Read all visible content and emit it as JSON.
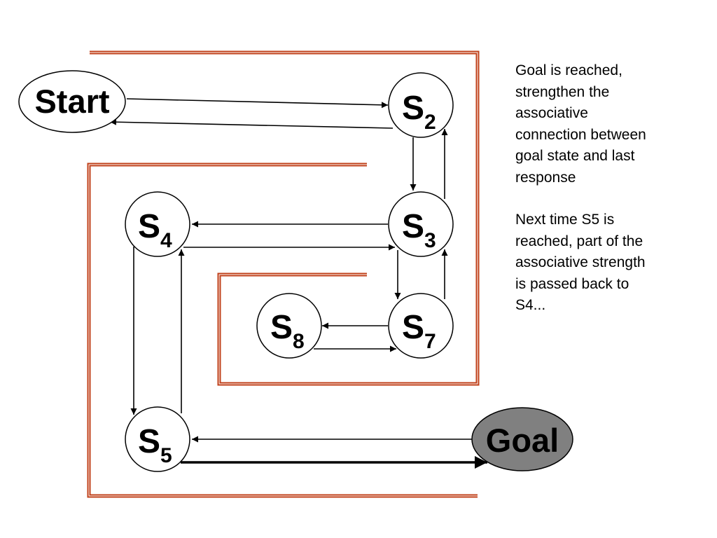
{
  "colors": {
    "path": "#c0401a",
    "goal_fill": "#808080",
    "node_fill": "#ffffff",
    "stroke": "#000000"
  },
  "nodes": {
    "start": {
      "label": "Start"
    },
    "s2": {
      "base": "S",
      "sub": "2"
    },
    "s3": {
      "base": "S",
      "sub": "3"
    },
    "s4": {
      "base": "S",
      "sub": "4"
    },
    "s5": {
      "base": "S",
      "sub": "5"
    },
    "s7": {
      "base": "S",
      "sub": "7"
    },
    "s8": {
      "base": "S",
      "sub": "8"
    },
    "goal": {
      "label": "Goal"
    }
  },
  "notes": [
    {
      "lines": [
        "Goal is reached,",
        "strengthen the",
        "associative",
        "connection between",
        "goal state and last",
        "response"
      ]
    },
    {
      "lines": [
        "Next time S5 is",
        "reached, part of the",
        "associative strength",
        "is passed back to",
        "S4..."
      ]
    }
  ]
}
